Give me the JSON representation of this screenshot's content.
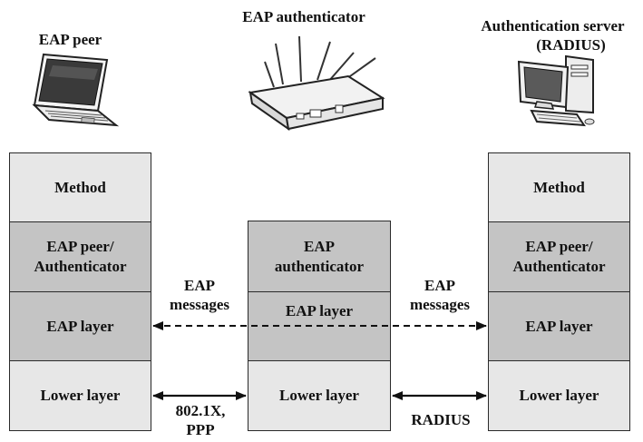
{
  "devices": {
    "peer": "EAP peer",
    "authenticator": "EAP authenticator",
    "server_line1": "Authentication server",
    "server_line2": "(RADIUS)"
  },
  "stack_left": {
    "method": "Method",
    "peer_auth": "EAP peer/\nAuthenticator",
    "eap_layer": "EAP layer",
    "lower": "Lower layer"
  },
  "stack_mid": {
    "authenticator": "EAP\nauthenticator",
    "eap_layer": "EAP layer",
    "lower": "Lower layer"
  },
  "stack_right": {
    "method": "Method",
    "peer_auth": "EAP peer/\nAuthenticator",
    "eap_layer": "EAP layer",
    "lower": "Lower layer"
  },
  "arrows": {
    "eap_left": "EAP\nmessages",
    "eap_right": "EAP\nmessages",
    "link_left": "802.1X,\nPPP",
    "link_right": "RADIUS"
  },
  "icons": [
    "laptop-icon",
    "wireless-router-icon",
    "desktop-computer-icon"
  ]
}
